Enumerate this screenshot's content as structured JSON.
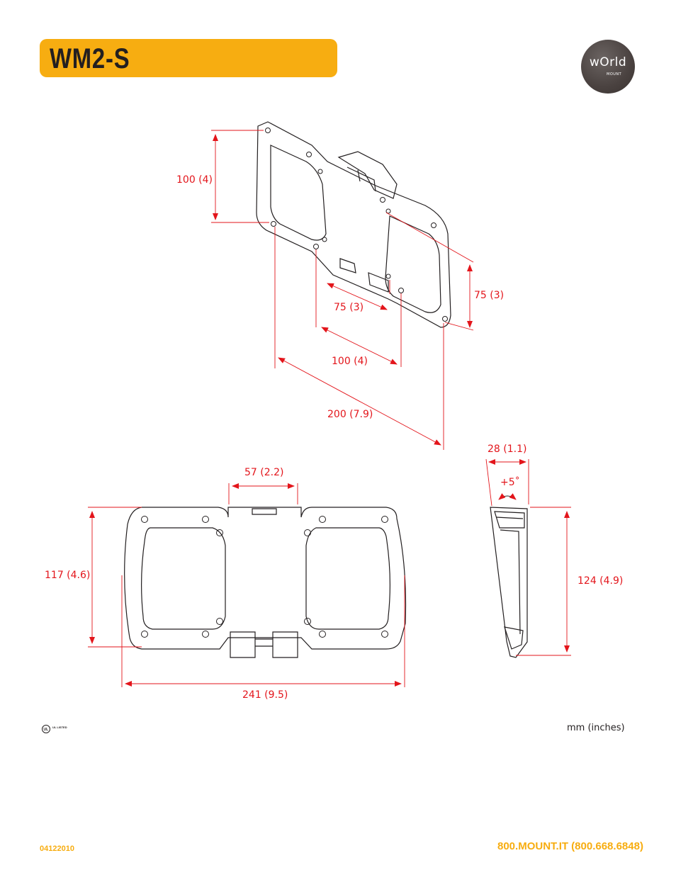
{
  "header": {
    "title": "WM2-S",
    "logo_text": "wOrld",
    "logo_sub": "MOUNT",
    "accent_color": "#f7ad11"
  },
  "dimensions": {
    "top_height": "100 (4)",
    "side_75": "75 (3)",
    "diag_75": "75 (3)",
    "diag_100": "100 (4)",
    "diag_200": "200 (7.9)",
    "depth": "28 (1.1)",
    "tilt": "+5˚",
    "bracket_width": "57 (2.2)",
    "front_height": "117 (4.6)",
    "side_height": "124 (4.9)",
    "total_width": "241 (9.5)",
    "dim_color": "#e3151b"
  },
  "footer": {
    "units": "mm (inches)",
    "doc_code": "04122010",
    "phone": "800.MOUNT.IT (800.668.6848)",
    "cert_label": "UL LISTED"
  }
}
